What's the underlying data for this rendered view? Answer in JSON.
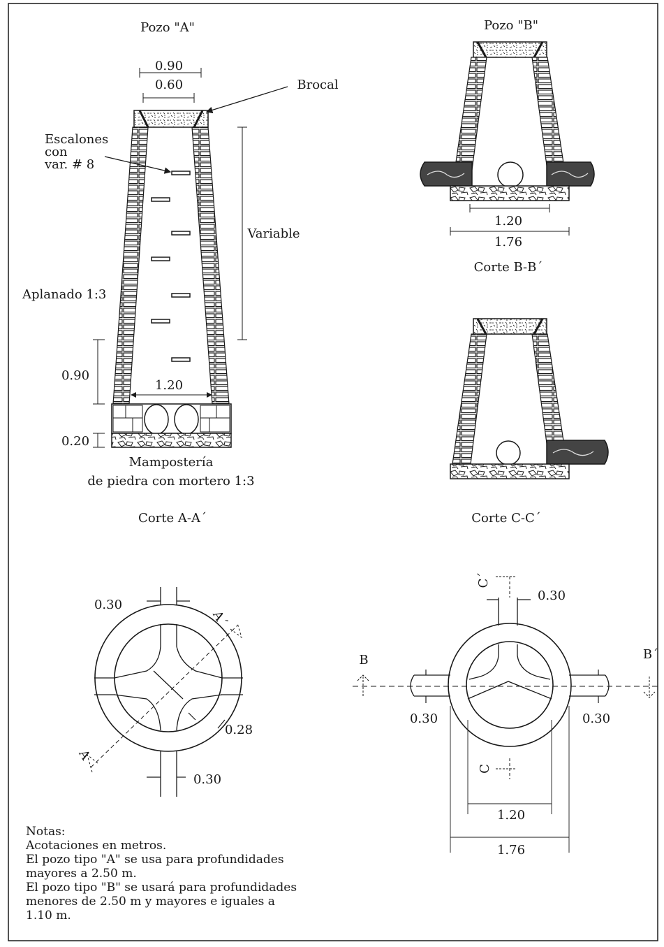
{
  "labels": {
    "pozo_a": "Pozo \"A\"",
    "pozo_b": "Pozo \"B\"",
    "brocal": "Brocal",
    "escalones_1": "Escalones",
    "escalones_2": "con",
    "escalones_3": "var. # 8",
    "variable": "Variable",
    "aplanado": "Aplanado 1:3",
    "mamposteria_1": "Mampostería",
    "mamposteria_2": "de piedra con mortero 1:3",
    "corte_aa": "Corte A-A´",
    "corte_bb": "Corte B-B´",
    "corte_cc": "Corte C-C´"
  },
  "dimensions": {
    "a_top_outer": "0.90",
    "a_top_inner": "0.60",
    "a_height": "0.90",
    "a_base_width": "1.20",
    "a_base_thk": "0.20",
    "b_inner": "1.20",
    "b_outer": "1.76",
    "plan_a_pipe_top": "0.30",
    "plan_a_pipe_bottom": "0.30",
    "plan_a_wall": "0.28",
    "plan_b_pipe_top": "0.30",
    "plan_b_pipe_left": "0.30",
    "plan_b_pipe_right": "0.30",
    "plan_b_inner": "1.20",
    "plan_b_outer": "1.76"
  },
  "section_marks": {
    "a": "A",
    "a_prime": "A´",
    "b": "B",
    "b_prime": "B´",
    "c": "C",
    "c_prime": "C´"
  },
  "notes": [
    "Notas:",
    "Acotaciones en metros.",
    "El pozo tipo \"A\"  se usa para profundidades",
    "mayores a 2.50 m.",
    "El pozo tipo \"B\" se usará para profundidades",
    "menores de 2.50 m y mayores e iguales a",
    "1.10 m."
  ]
}
